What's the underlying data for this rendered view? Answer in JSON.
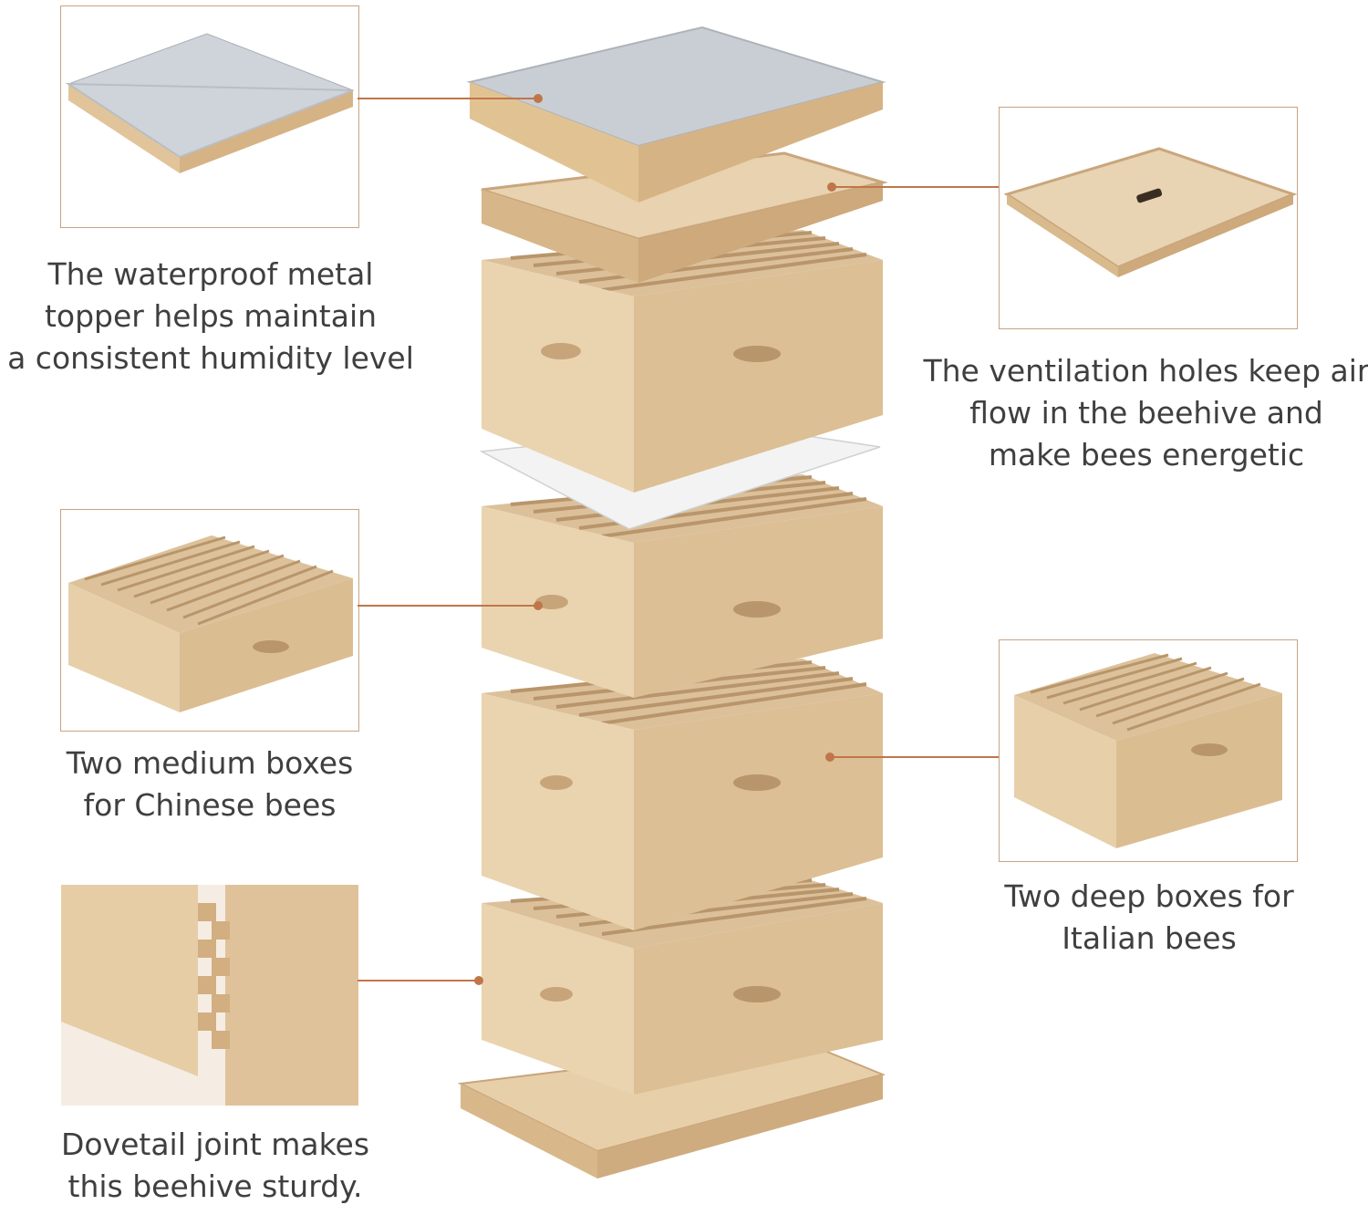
{
  "colors": {
    "accent": "#c0764a",
    "wood": "#e3c9a3",
    "wood_dark": "#c9a67c",
    "metal": "#c9ced4",
    "text": "#3f3f3f"
  },
  "captions": {
    "metal_topper": [
      "The waterproof metal",
      "topper helps maintain",
      "a consistent humidity level"
    ],
    "ventilation": [
      "The ventilation holes keep air",
      "flow in the beehive and",
      "make bees energetic"
    ],
    "medium_boxes": [
      "Two medium boxes",
      "for Chinese bees"
    ],
    "deep_boxes": [
      "Two deep boxes for",
      "Italian bees"
    ],
    "dovetail": [
      "Dovetail joint makes",
      "this beehive sturdy."
    ]
  }
}
